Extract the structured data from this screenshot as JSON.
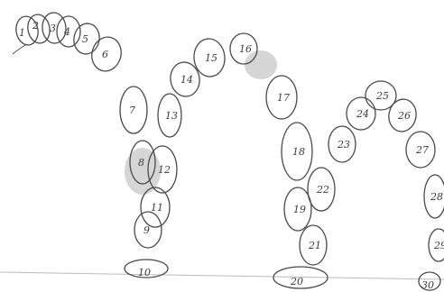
{
  "drawing": {
    "ink_color": "#4a4a4a",
    "smudge_color": "#8a8a8a",
    "frames": [
      {
        "n": "1"
      },
      {
        "n": "2"
      },
      {
        "n": "3"
      },
      {
        "n": "4"
      },
      {
        "n": "5"
      },
      {
        "n": "6"
      },
      {
        "n": "7"
      },
      {
        "n": "8"
      },
      {
        "n": "9"
      },
      {
        "n": "10"
      },
      {
        "n": "11"
      },
      {
        "n": "12"
      },
      {
        "n": "13"
      },
      {
        "n": "14"
      },
      {
        "n": "15"
      },
      {
        "n": "16"
      },
      {
        "n": "17"
      },
      {
        "n": "18"
      },
      {
        "n": "19"
      },
      {
        "n": "20"
      },
      {
        "n": "21"
      },
      {
        "n": "22"
      },
      {
        "n": "23"
      },
      {
        "n": "24"
      },
      {
        "n": "25"
      },
      {
        "n": "26"
      },
      {
        "n": "27"
      },
      {
        "n": "28"
      },
      {
        "n": "29"
      },
      {
        "n": "30"
      }
    ]
  }
}
